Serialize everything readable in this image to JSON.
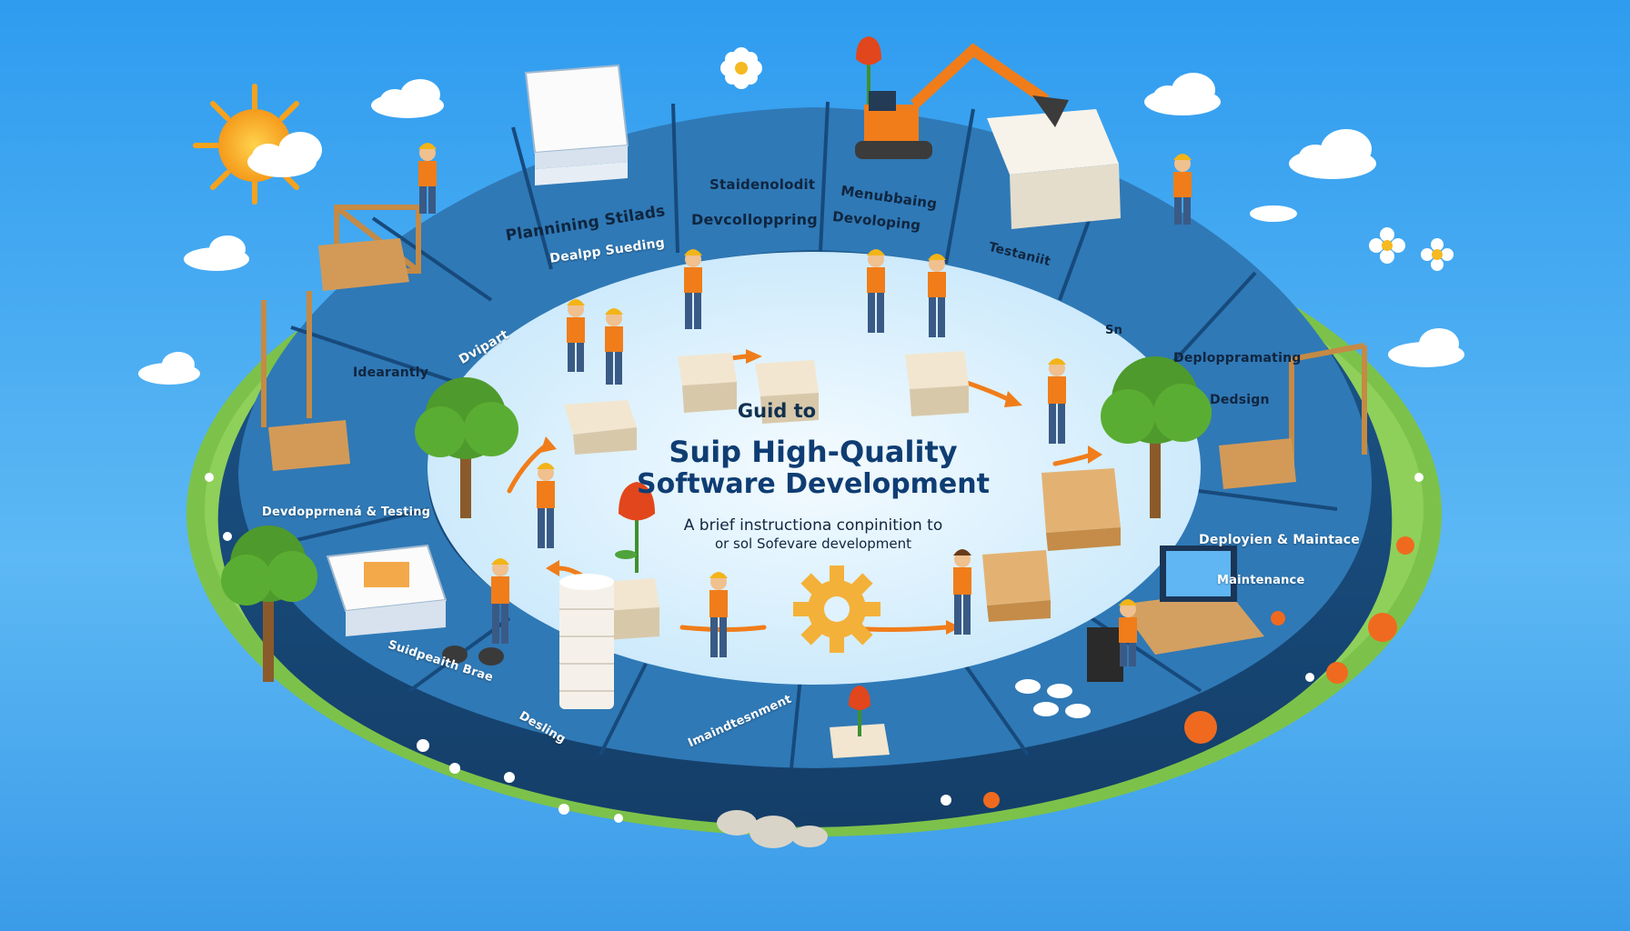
{
  "infographic": {
    "title": {
      "line1": "Guid to",
      "line2": "Suip High-Quality",
      "line3": "Software Development"
    },
    "subtitle": {
      "line1": "A brief instructiona conpinition to",
      "line2": "or sol Sofevare development"
    },
    "ring_labels": [
      {
        "id": "planning",
        "text": "Plannining Stilads"
      },
      {
        "id": "stage-top-1",
        "text": "Staidenolodit"
      },
      {
        "id": "stage-top-2",
        "text": "Menubbaing"
      },
      {
        "id": "develop-inner",
        "text": "Devcolloppring"
      },
      {
        "id": "develop-outer",
        "text": "Devoloping"
      },
      {
        "id": "desktop-sourcing",
        "text": "Dealpp Sueding"
      },
      {
        "id": "testing",
        "text": "Testaniit"
      },
      {
        "id": "sn",
        "text": "Sn"
      },
      {
        "id": "dvipart",
        "text": "Dvipart"
      },
      {
        "id": "idearantly",
        "text": "Idearantly"
      },
      {
        "id": "deploy-prerating",
        "text": "Deploppramating"
      },
      {
        "id": "design-right",
        "text": "Dedsign"
      },
      {
        "id": "dev-testing",
        "text": "Devdopprnená & Testing"
      },
      {
        "id": "deploy-maint",
        "text": "Deployien & Maintace"
      },
      {
        "id": "maintenance",
        "text": "Maintenance"
      },
      {
        "id": "support-bottom",
        "text": "Suidpeaith Brae"
      },
      {
        "id": "design-bottom",
        "text": "Desling"
      },
      {
        "id": "improvement",
        "text": "Imaindtesnment"
      }
    ],
    "colors": {
      "sky": "#3fa6ee",
      "ring_face": "#1f5e96",
      "ring_top": "#2f79b6",
      "lawn": "#7cc24a",
      "inner_surface": "#dff2fd",
      "accent_orange": "#f07d1a",
      "title_blue": "#0f3d73"
    }
  }
}
